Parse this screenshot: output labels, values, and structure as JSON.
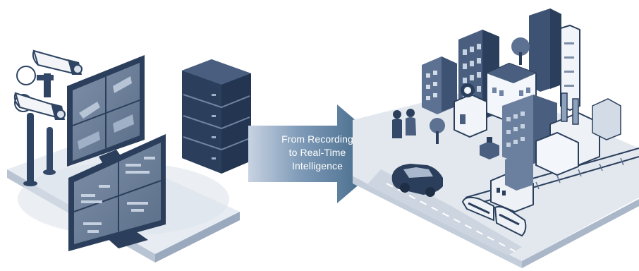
{
  "arrow": {
    "lines": [
      "From Recording",
      "to Real-Time",
      "Intelligence"
    ]
  },
  "colors": {
    "navy": "#2b3f5c",
    "navy_light": "#3c5272",
    "steel": "#8fa2bb",
    "pale": "#d9e0ea",
    "platform": "#dfe5ee",
    "arrow_start": "#c8d3e2",
    "arrow_end": "#2f5779"
  },
  "icons": {
    "left": [
      "security-camera-icon",
      "monitor-icon",
      "server-rack-icon"
    ],
    "right": [
      "city-skyline-icon",
      "car-icon",
      "train-icon",
      "people-icon",
      "tree-icon",
      "factory-icon"
    ]
  }
}
